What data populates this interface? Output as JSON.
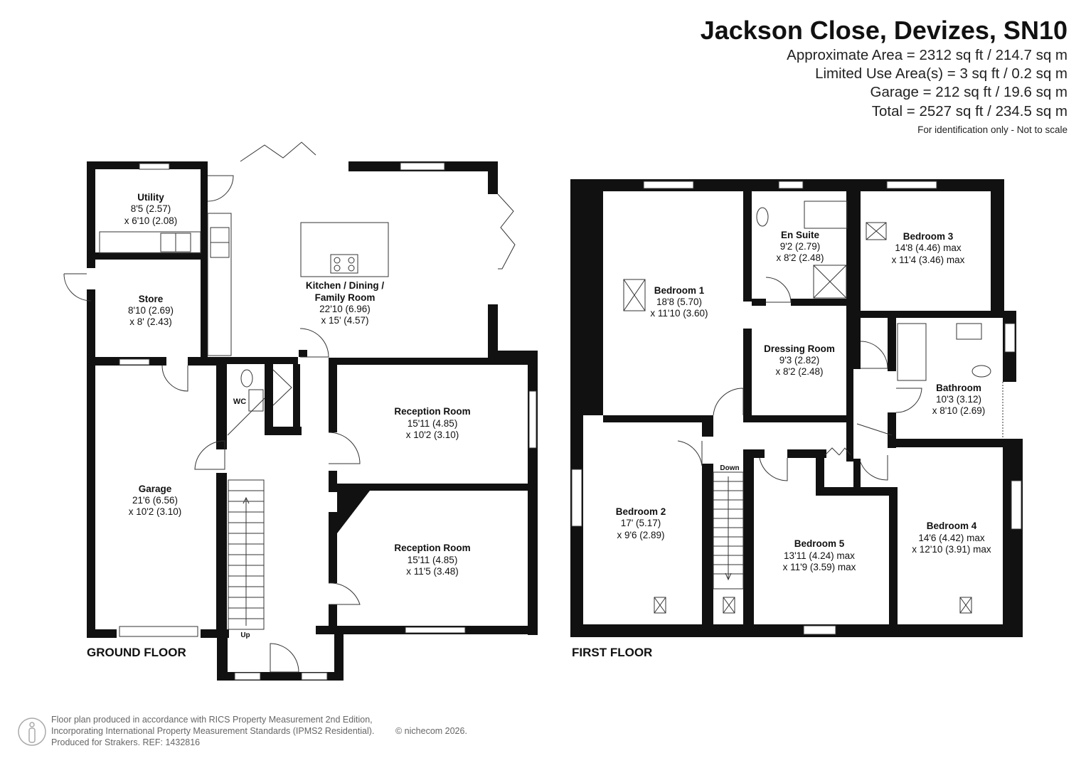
{
  "header": {
    "title": "Jackson Close, Devizes, SN10",
    "approx_area": "Approximate Area = 2312 sq ft / 214.7 sq m",
    "limited_use": "Limited Use Area(s) = 3 sq ft / 0.2 sq m",
    "garage": "Garage = 212 sq ft / 19.6 sq m",
    "total": "Total = 2527 sq ft / 234.5 sq m",
    "note": "For identification only - Not to scale"
  },
  "ground_floor": {
    "label": "GROUND FLOOR",
    "rooms": {
      "utility": {
        "name": "Utility",
        "dim1": "8'5 (2.57)",
        "dim2": "x 6'10 (2.08)"
      },
      "store": {
        "name": "Store",
        "dim1": "8'10 (2.69)",
        "dim2": "x 8' (2.43)"
      },
      "kitchen": {
        "name1": "Kitchen / Dining /",
        "name2": "Family Room",
        "dim1": "22'10 (6.96)",
        "dim2": "x 15' (4.57)"
      },
      "reception1": {
        "name": "Reception Room",
        "dim1": "15'11 (4.85)",
        "dim2": "x 10'2 (3.10)"
      },
      "reception2": {
        "name": "Reception Room",
        "dim1": "15'11 (4.85)",
        "dim2": "x 11'5 (3.48)"
      },
      "garage": {
        "name": "Garage",
        "dim1": "21'6 (6.56)",
        "dim2": "x 10'2 (3.10)"
      },
      "wc": {
        "name": "WC"
      }
    },
    "stairs_label": "Up"
  },
  "first_floor": {
    "label": "FIRST FLOOR",
    "rooms": {
      "bedroom1": {
        "name": "Bedroom 1",
        "dim1": "18'8 (5.70)",
        "dim2": "x 11'10 (3.60)"
      },
      "ensuite": {
        "name": "En Suite",
        "dim1": "9'2 (2.79)",
        "dim2": "x 8'2 (2.48)"
      },
      "bedroom3": {
        "name": "Bedroom 3",
        "dim1": "14'8 (4.46) max",
        "dim2": "x 11'4 (3.46) max"
      },
      "dressing": {
        "name": "Dressing Room",
        "dim1": "9'3 (2.82)",
        "dim2": "x 8'2 (2.48)"
      },
      "bathroom": {
        "name": "Bathroom",
        "dim1": "10'3 (3.12)",
        "dim2": "x 8'10 (2.69)"
      },
      "bedroom2": {
        "name": "Bedroom 2",
        "dim1": "17' (5.17)",
        "dim2": "x 9'6 (2.89)"
      },
      "bedroom5": {
        "name": "Bedroom 5",
        "dim1": "13'11 (4.24) max",
        "dim2": "x 11'9 (3.59) max"
      },
      "bedroom4": {
        "name": "Bedroom 4",
        "dim1": "14'6 (4.42) max",
        "dim2": "x 12'10 (3.91) max"
      }
    },
    "stairs_label": "Down"
  },
  "footer": {
    "line1": "Floor plan produced in accordance with RICS Property Measurement 2nd Edition,",
    "line2": "Incorporating International Property Measurement Standards (IPMS2 Residential).",
    "line3": "Produced for Strakers.   REF: 1432816",
    "copyright": "© nichecom 2026."
  }
}
